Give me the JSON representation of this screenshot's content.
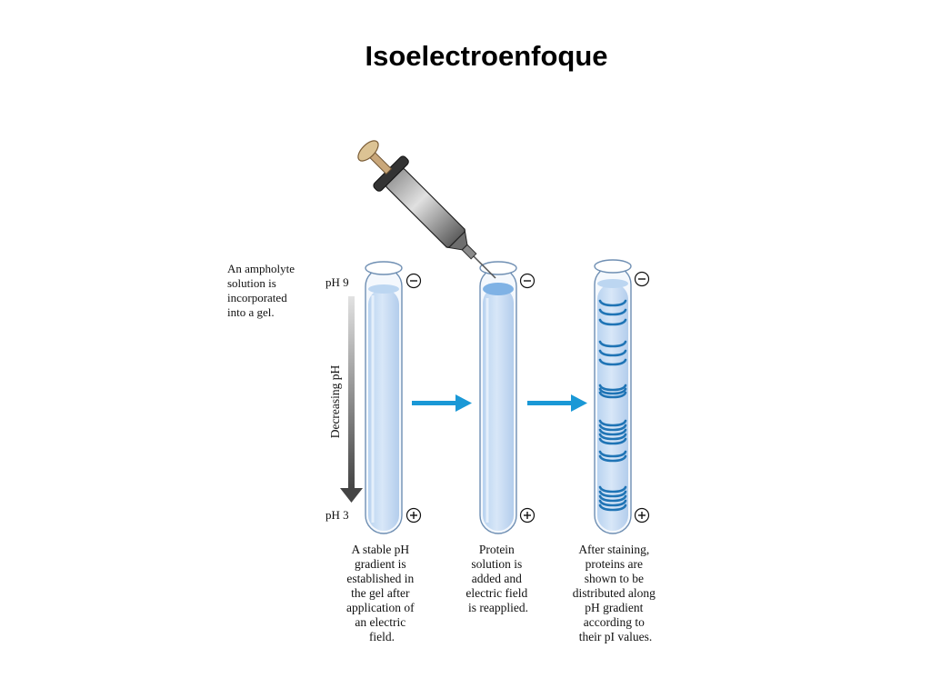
{
  "title": "Isoelectroenfoque",
  "intro_text": [
    "An ampholyte",
    "solution is",
    "incorporated",
    "into a gel."
  ],
  "ph_top": "pH 9",
  "ph_bottom": "pH 3",
  "gradient_label": "Decreasing pH",
  "electrode_negative": "−",
  "electrode_positive": "+",
  "captions": [
    [
      "A stable pH",
      "gradient is",
      "established in",
      "the gel after",
      "application of",
      "an electric",
      "field."
    ],
    [
      "Protein",
      "solution is",
      "added and",
      "electric field",
      "is reapplied."
    ],
    [
      "After staining,",
      "proteins are",
      "shown to be",
      "distributed along",
      "pH gradient",
      "according to",
      "their pI values."
    ]
  ],
  "colors": {
    "gel": "#c9ddf4",
    "gel_edge": "#8fb3da",
    "band": "#1f74b5",
    "arrow": "#1a98d6",
    "gradient_arrow_top": "#dcdcdc",
    "gradient_arrow_bottom": "#4a4a4a"
  }
}
